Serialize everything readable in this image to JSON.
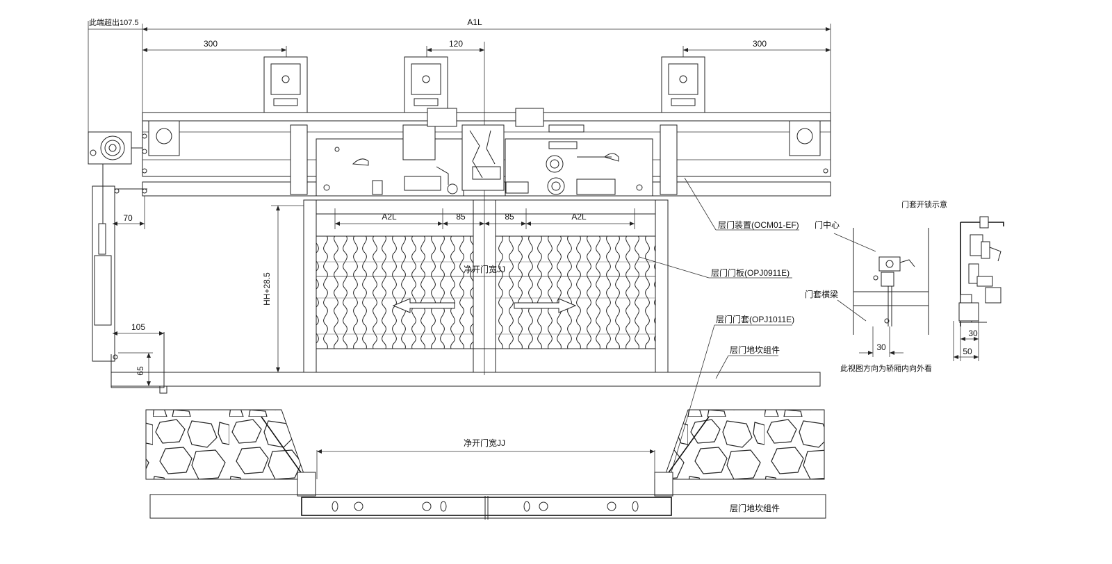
{
  "top_view": {
    "overhang_label": "此端超出107.5",
    "a1l": "A1L",
    "dim_300_left": "300",
    "dim_120": "120",
    "dim_300_right": "300",
    "dim_70": "70",
    "dim_105": "105",
    "dim_65": "65",
    "a2l_left": "A2L",
    "dim_85_left": "85",
    "dim_85_right": "85",
    "a2l_right": "A2L",
    "hh": "HH+28.5",
    "clear_width": "净开门宽JJ"
  },
  "callouts": {
    "device": "层门装置(OCM01-EF)",
    "panel": "层门门板(OPJ0911E)",
    "frame": "层门门套(OPJ1011E)",
    "sill": "层门地坎组件"
  },
  "plan_view": {
    "clear_width": "净开门宽JJ",
    "sill": "层门地坎组件"
  },
  "detail": {
    "title": "门套开锁示意",
    "door_center": "门中心",
    "beam": "门套横梁",
    "dim_30_a": "30",
    "dim_30_b": "30",
    "dim_50": "50",
    "note": "此视图方向为轿厢内向外看"
  }
}
